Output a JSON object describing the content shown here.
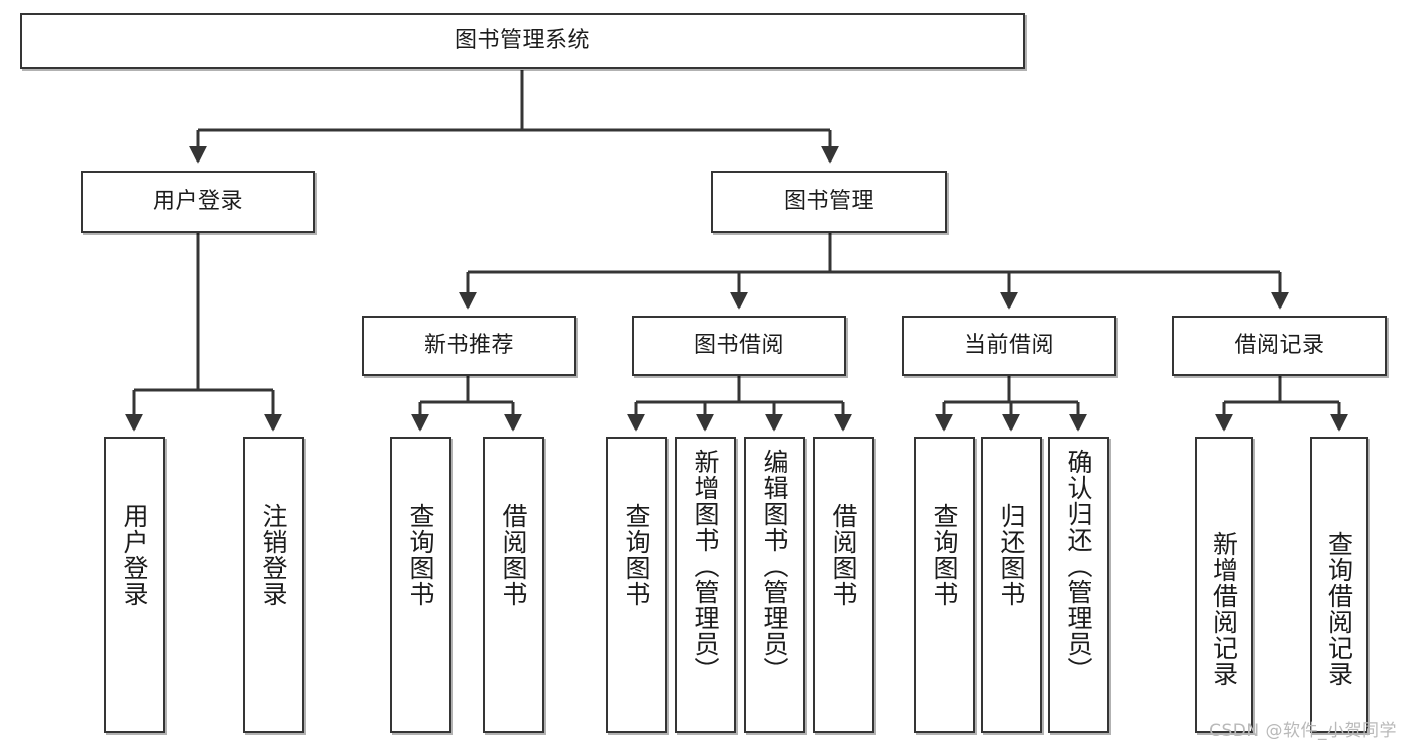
{
  "diagram": {
    "title": "图书管理系统",
    "type": "tree",
    "watermark": "CSDN @软件_小贺同学",
    "root": {
      "id": "root",
      "label": "图书管理系统"
    },
    "level2": [
      {
        "id": "user-login",
        "label": "用户登录"
      },
      {
        "id": "book-manage",
        "label": "图书管理"
      }
    ],
    "level3": [
      {
        "id": "new-book-recommend",
        "label": "新书推荐",
        "parent": "book-manage"
      },
      {
        "id": "book-borrow",
        "label": "图书借阅",
        "parent": "book-manage"
      },
      {
        "id": "current-borrow",
        "label": "当前借阅",
        "parent": "book-manage"
      },
      {
        "id": "borrow-record",
        "label": "借阅记录",
        "parent": "book-manage"
      }
    ],
    "leaves": [
      {
        "id": "leaf-user-login",
        "label": "用户登录",
        "parent": "user-login"
      },
      {
        "id": "leaf-logout",
        "label": "注销登录",
        "parent": "user-login"
      },
      {
        "id": "leaf-query-book-1",
        "label": "查询图书",
        "parent": "new-book-recommend"
      },
      {
        "id": "leaf-borrow-book-1",
        "label": "借阅图书",
        "parent": "new-book-recommend"
      },
      {
        "id": "leaf-query-book-2",
        "label": "查询图书",
        "parent": "book-borrow"
      },
      {
        "id": "leaf-add-book",
        "label": "新增图书（管理员）",
        "parent": "book-borrow"
      },
      {
        "id": "leaf-edit-book",
        "label": "编辑图书（管理员）",
        "parent": "book-borrow"
      },
      {
        "id": "leaf-borrow-book-2",
        "label": "借阅图书",
        "parent": "book-borrow"
      },
      {
        "id": "leaf-query-book-3",
        "label": "查询图书",
        "parent": "current-borrow"
      },
      {
        "id": "leaf-return-book",
        "label": "归还图书",
        "parent": "current-borrow"
      },
      {
        "id": "leaf-confirm-return",
        "label": "确认归还（管理员）",
        "parent": "current-borrow"
      },
      {
        "id": "leaf-add-record",
        "label": "新增借阅记录",
        "parent": "borrow-record"
      },
      {
        "id": "leaf-query-record",
        "label": "查询借阅记录",
        "parent": "borrow-record"
      }
    ],
    "colors": {
      "stroke": "#353535",
      "background": "#ffffff",
      "text": "#1c1c1c",
      "watermark": "#b9b9b9"
    }
  }
}
